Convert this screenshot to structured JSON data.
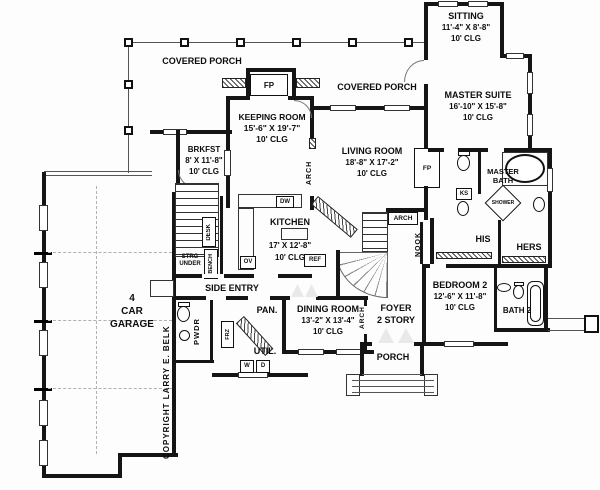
{
  "copyright": "COPYRIGHT LARRY E. BELK",
  "rooms": {
    "covered_porch_nw": {
      "name": "COVERED PORCH"
    },
    "covered_porch_ne": {
      "name": "COVERED PORCH"
    },
    "sitting": {
      "name": "SITTING",
      "dims": "11'-4\" X 8'-8\"",
      "ceiling": "10' CLG"
    },
    "master_suite": {
      "name": "MASTER SUITE",
      "dims": "16'-10\" X 15'-8\"",
      "ceiling": "10' CLG"
    },
    "keeping_room": {
      "name": "KEEPING ROOM",
      "dims": "15'-6\" X 19'-7\"",
      "ceiling": "10' CLG"
    },
    "breakfast": {
      "name": "BRKFST",
      "dims": "8' X 11'-8\"",
      "ceiling": "10' CLG"
    },
    "living_room": {
      "name": "LIVING ROOM",
      "dims": "18'-8\" X 17'-2\"",
      "ceiling": "10' CLG"
    },
    "master_bath": {
      "line1": "MASTER",
      "line2": "BATH"
    },
    "kitchen": {
      "name": "KITCHEN",
      "dims": "17' X 12'-8\"",
      "ceiling": "10' CLG"
    },
    "dining_room": {
      "name": "DINING ROOM",
      "dims": "13'-2\" X 13'-4\"",
      "ceiling": "10' CLG"
    },
    "foyer": {
      "line1": "FOYER",
      "line2": "2 STORY"
    },
    "bedroom_2": {
      "name": "BEDROOM 2",
      "dims": "12'-6\" X 11'-8\"",
      "ceiling": "10' CLG"
    },
    "bath_2": {
      "name": "BATH 2"
    },
    "garage": {
      "line1": "4",
      "line2": "CAR",
      "line3": "GARAGE"
    },
    "side_entry": {
      "name": "SIDE ENTRY"
    },
    "utility": {
      "name": "UTIL."
    },
    "pantry": {
      "name": "PAN."
    },
    "powder": {
      "name": "PWDR"
    },
    "porch": {
      "name": "PORCH"
    },
    "his": {
      "name": "HIS"
    },
    "hers": {
      "name": "HERS"
    }
  },
  "fixtures": {
    "fireplace": "FP",
    "dishwasher": "DW",
    "oven": "OV",
    "refrigerator": "REF",
    "freezer": "FRZ",
    "washer": "W",
    "dryer": "D",
    "desk": "DESK",
    "bench": "BENCH",
    "storage": "STRG UNDER",
    "knee_space": "KS",
    "shower": "SHOWER",
    "arch": "ARCH",
    "nook": "NOOK"
  }
}
